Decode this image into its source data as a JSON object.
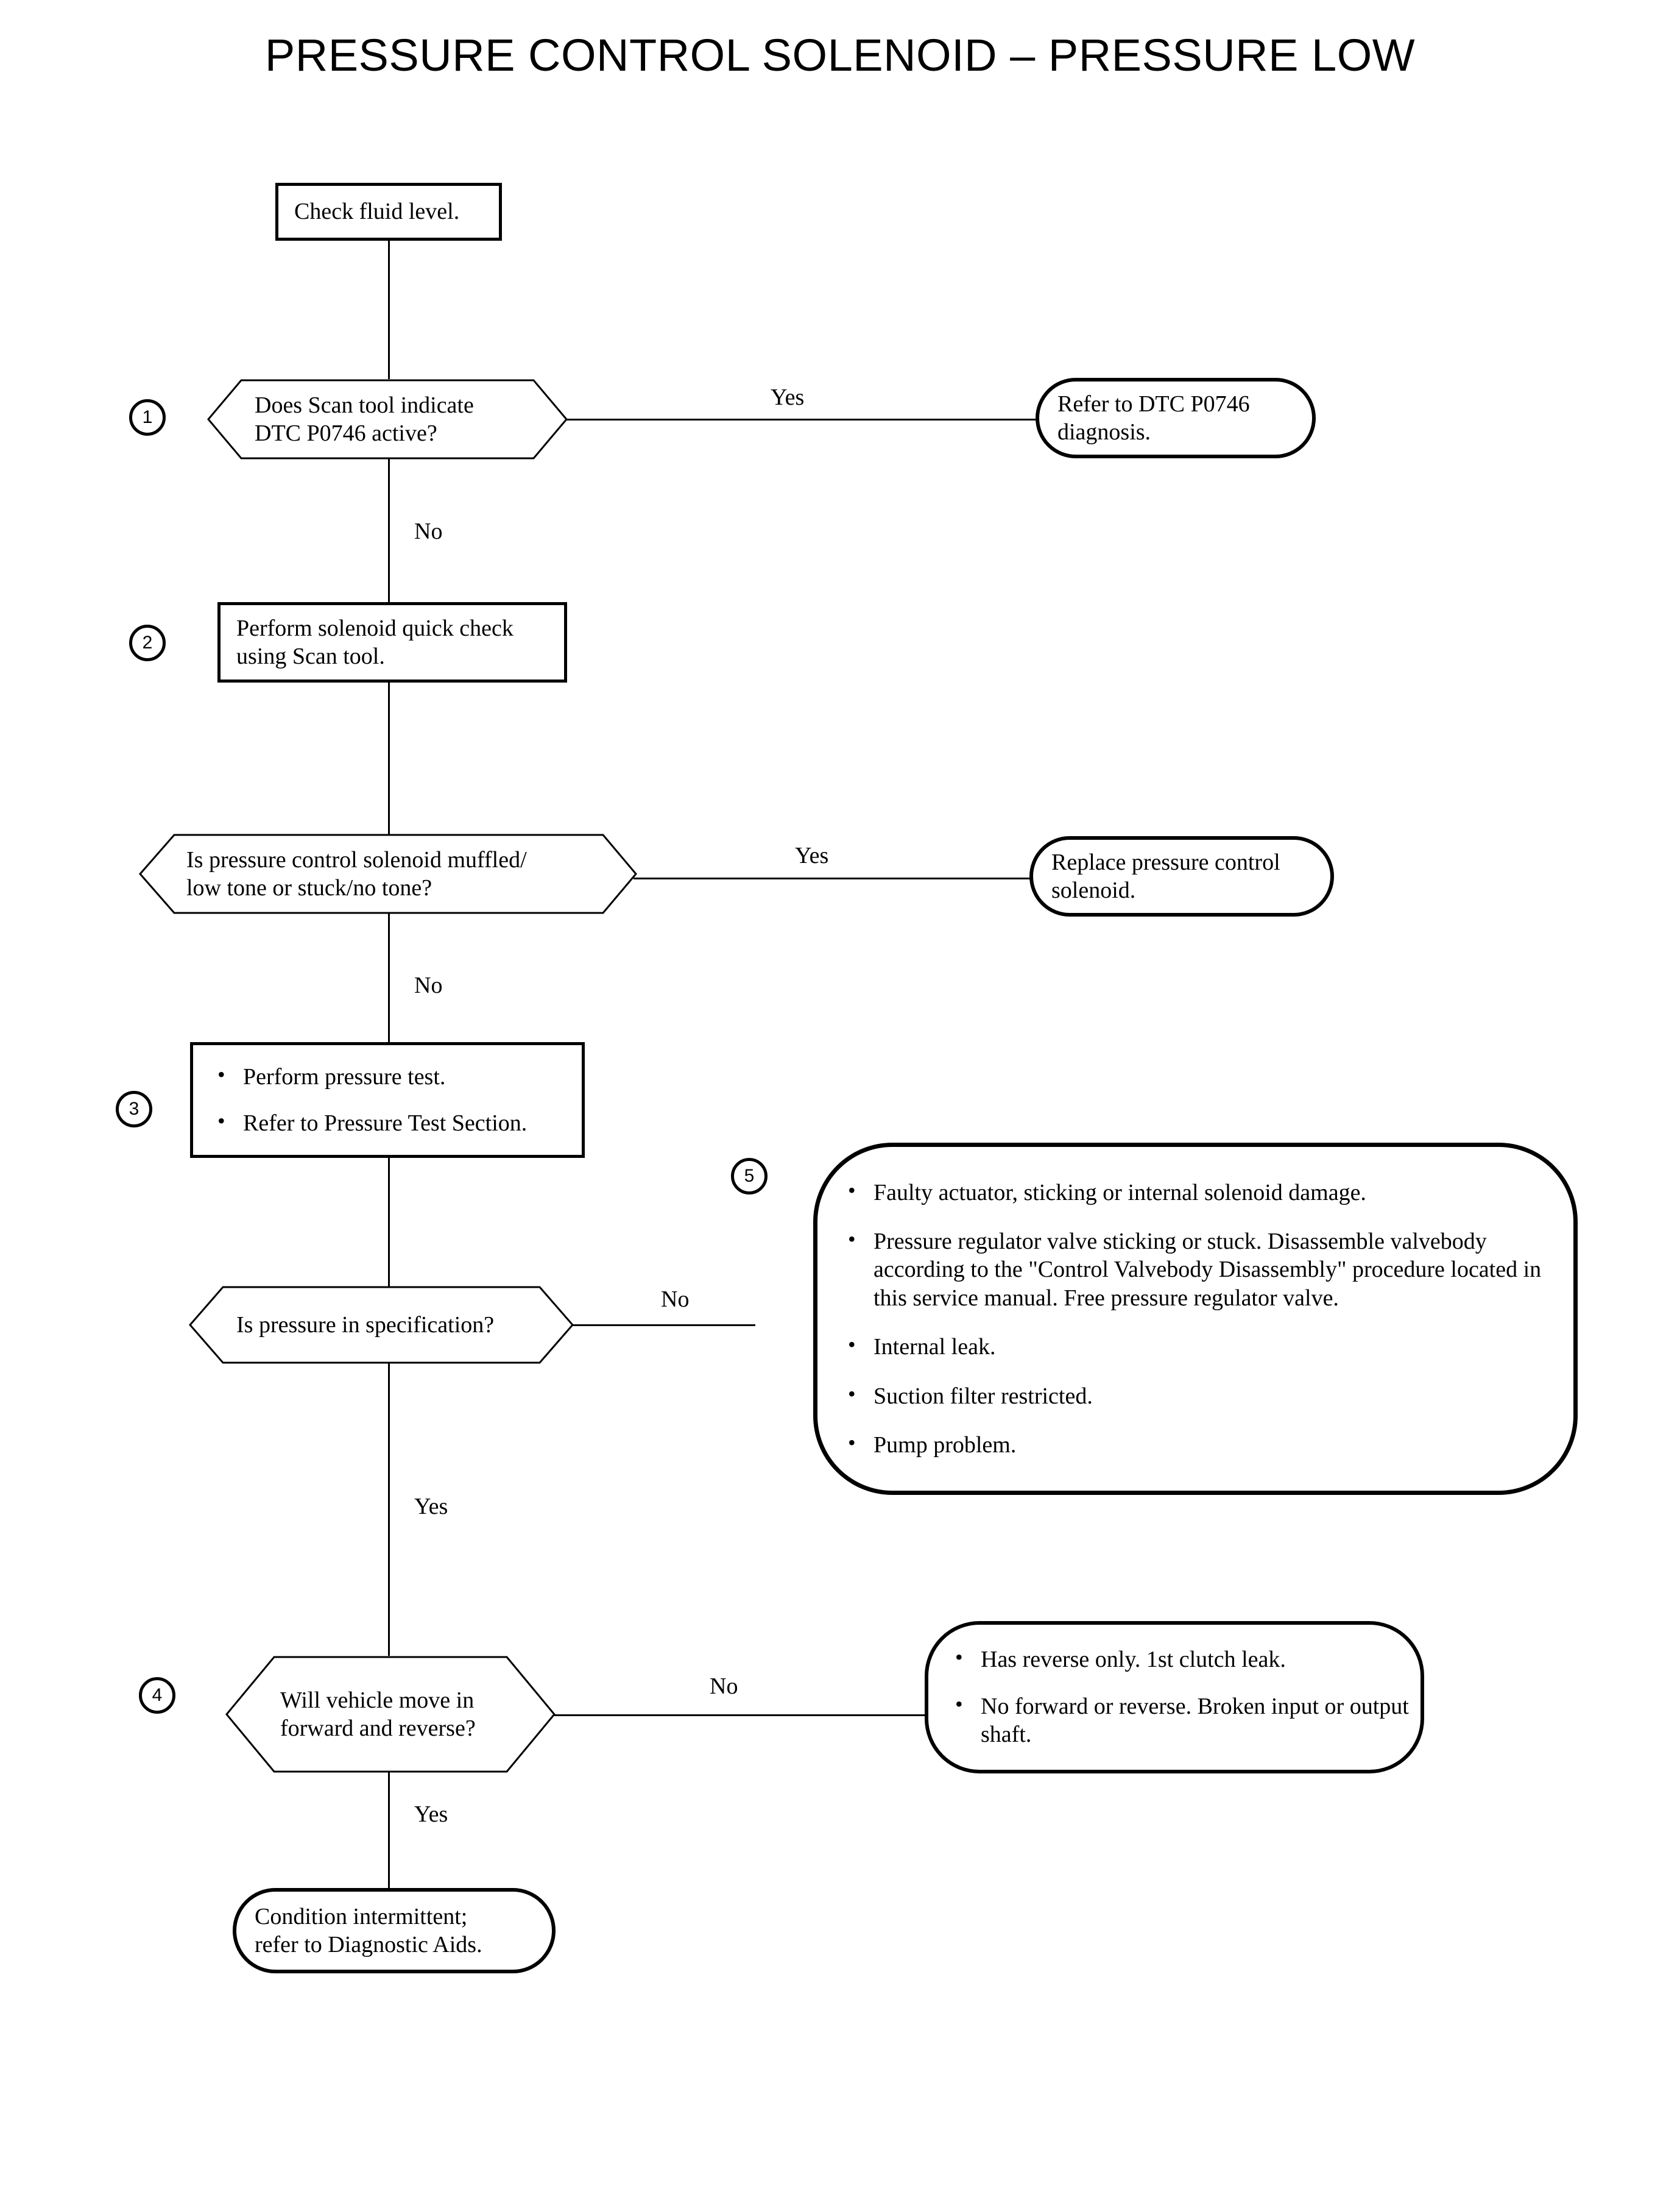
{
  "title": "PRESSURE CONTROL SOLENOID – PRESSURE LOW",
  "edge_labels": {
    "yes": "Yes",
    "no": "No"
  },
  "step_markers": {
    "one": "1",
    "two": "2",
    "three": "3",
    "four": "4",
    "five": "5"
  },
  "nodes": {
    "start": {
      "kind": "process",
      "text": "Check fluid level."
    },
    "decision_dtc": {
      "kind": "decision",
      "step": "1",
      "text": "Does Scan tool indicate\nDTC P0746 active?",
      "yes_label": "Yes",
      "no_label": "No"
    },
    "refer_dtc": {
      "kind": "terminator",
      "text": "Refer to DTC P0746\ndiagnosis."
    },
    "quick_check": {
      "kind": "process",
      "step": "2",
      "text": "Perform solenoid quick check\nusing Scan tool."
    },
    "decision_tone": {
      "kind": "decision",
      "text": "Is pressure control solenoid muffled/\nlow tone or stuck/no tone?",
      "yes_label": "Yes",
      "no_label": "No"
    },
    "replace_solenoid": {
      "kind": "terminator",
      "text": "Replace pressure control\nsolenoid."
    },
    "pressure_test": {
      "kind": "process-list",
      "step": "3",
      "items": [
        "Perform pressure test.",
        "Refer to Pressure Test Section."
      ]
    },
    "decision_spec": {
      "kind": "decision",
      "text": "Is pressure in specification?",
      "yes_label": "Yes",
      "no_label": "No"
    },
    "causes": {
      "kind": "terminator-list",
      "step": "5",
      "items": [
        "Faulty actuator, sticking or internal solenoid damage.",
        "Pressure regulator valve sticking or stuck. Disassemble valvebody according to the \"Control Valvebody Disassembly\" procedure located in this service manual. Free pressure regulator valve.",
        "Internal leak.",
        "Suction filter restricted.",
        "Pump problem."
      ]
    },
    "decision_move": {
      "kind": "decision",
      "step": "4",
      "text": "Will vehicle move in\nforward and reverse?",
      "yes_label": "Yes",
      "no_label": "No"
    },
    "drive_faults": {
      "kind": "terminator-list",
      "items": [
        "Has reverse only. 1st clutch leak.",
        "No forward or reverse. Broken input or output shaft."
      ]
    },
    "intermittent": {
      "kind": "terminator",
      "text": "Condition intermittent;\nrefer to Diagnostic Aids."
    }
  },
  "colors": {
    "ink": "#000000",
    "paper": "#ffffff"
  }
}
